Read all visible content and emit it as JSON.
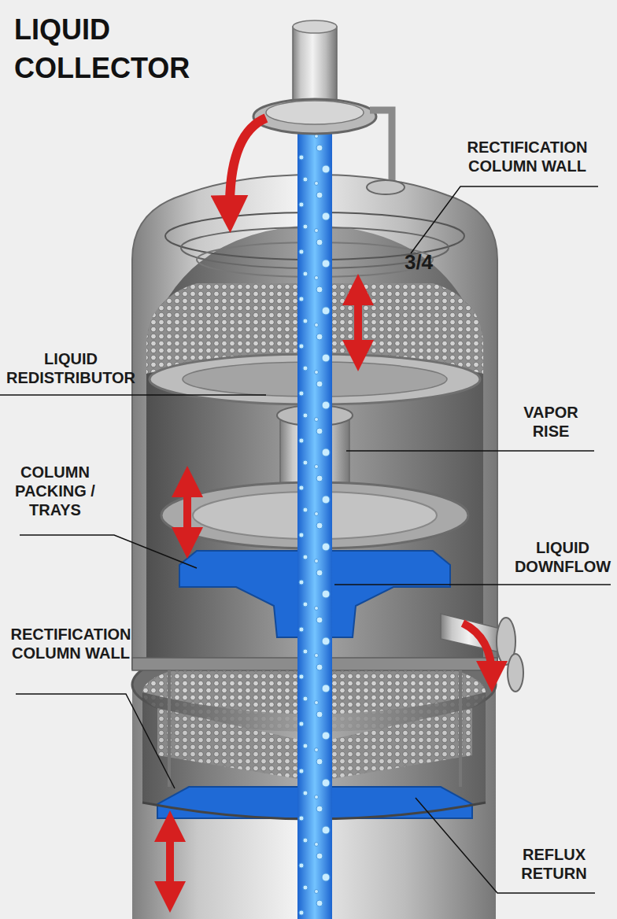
{
  "diagram": {
    "title": "LIQUID COLLECTOR",
    "labels": [
      "RECTIFICATION COLUMN WALL",
      "3/4",
      "LIQUID REDISTRIBUTOR",
      "VAPOR RISE",
      "COLUMN PACKING / TRAYS",
      "LIQUID DOWNFLOW",
      "RECTIFICATION COLUMN WALL",
      "REFLUX RETURN"
    ]
  }
}
